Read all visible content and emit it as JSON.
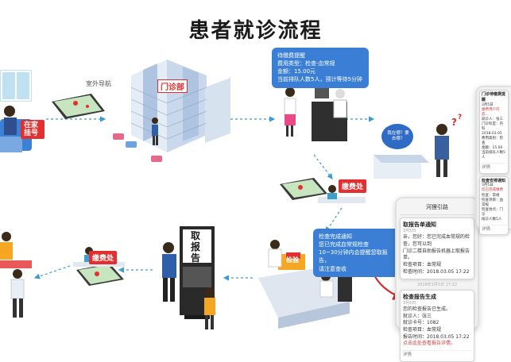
{
  "title": "患者就诊流程",
  "step_home": {
    "tag": "在家挂号"
  },
  "step_outdoor": {
    "label": "室外导航"
  },
  "building": {
    "sign": "门诊部"
  },
  "bubble_payment": {
    "lines": [
      "待缴费提醒",
      "费用类型：检查-血常规",
      "金额：15.00元",
      "当前排队人数5人，预计等待5分钟"
    ]
  },
  "thought": {
    "text": "我在哪？要去哪？"
  },
  "pay_station": {
    "label": "缴费处"
  },
  "bubble_exam": {
    "lines": [
      "检查完成通知",
      "您已完成血常规检查",
      "10~30分钟内会提醒您取报告，",
      "请注意查收"
    ]
  },
  "lab": {
    "sign": "检验"
  },
  "kiosk": {
    "sign": "取报告"
  },
  "phone_main": {
    "header": "河狸引路",
    "card1": {
      "title": "取报告单通知",
      "date": "3月5日",
      "lines": [
        "亲，您好：您已完成血常规的检查，您可以到",
        "门诊二楼自助报告机器上取报告单。",
        "检查项目：血常规",
        "检查时间：2018.03.05 17:22"
      ]
    },
    "timestamp": "2018年3月5日 17:22",
    "card2": {
      "title": "检查报告生成",
      "date": "3月5日",
      "lines": [
        "您的检查报告已生成。",
        "就诊人：张三",
        "就诊卡号：1082",
        "检查项目：血常规",
        "报告时间：2018.03.05 17:22"
      ],
      "warn": "点击此处查看报告详情。",
      "footer": "详情"
    }
  },
  "phone_side": {
    "card1": {
      "title": "门诊待缴费提醒",
      "lines": [
        "3月5日",
        "缴费用户内容...",
        "就诊人：张三",
        "门诊科室：内科",
        "2018.03.05",
        "费用类别：检查",
        "金额：15.00",
        "当前排队人数5人"
      ],
      "footer": "详情"
    },
    "card2": {
      "title": "检查安排通知",
      "lines": [
        "3月5日",
        "您已完成缴费",
        "检查：常规",
        "检查项目：血常规",
        "检查地点：门诊",
        "候诊人数5人"
      ],
      "footer": "详情"
    }
  },
  "colors": {
    "accent": "#3a7fd5",
    "tag_red": "#e23030",
    "arrow": "#3c9bd1",
    "orange": "#f5a623",
    "red_arrow": "#d42525"
  }
}
